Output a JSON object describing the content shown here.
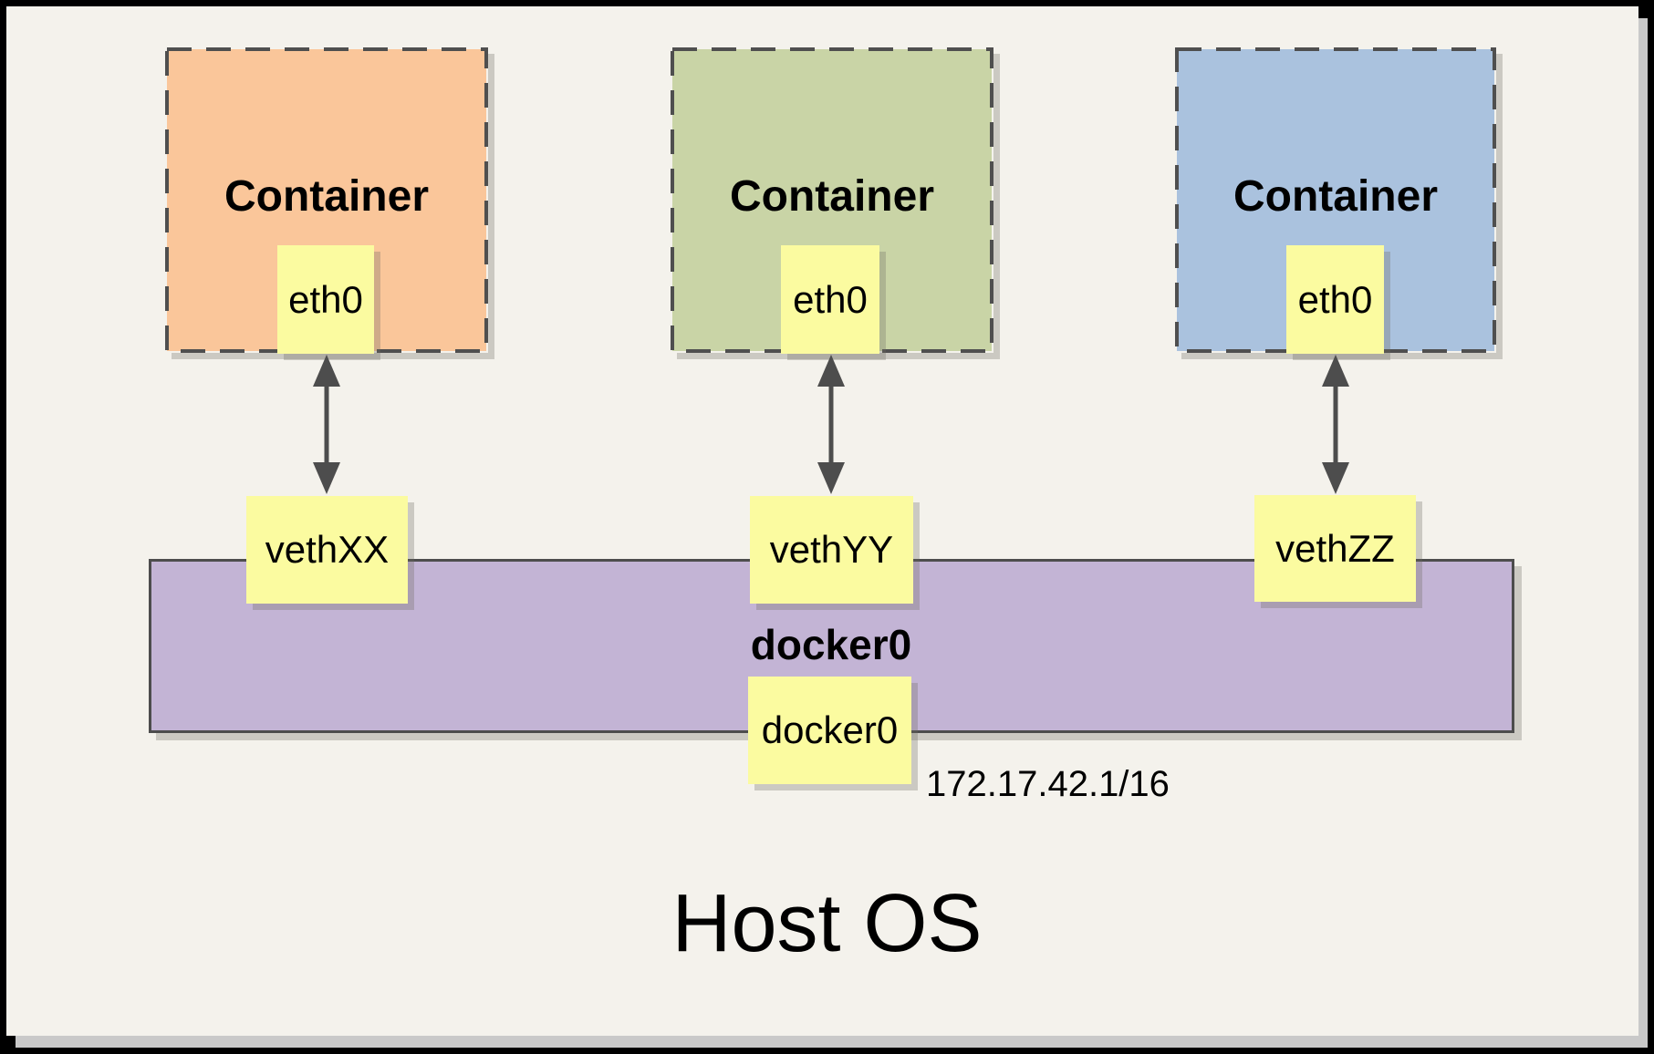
{
  "host": {
    "label": "Host OS"
  },
  "bridge": {
    "name": "docker0",
    "interface": "docker0",
    "ip": "172.17.42.1/16"
  },
  "containers": [
    {
      "title": "Container",
      "interface": "eth0",
      "veth": "vethXX",
      "fill": "#fac69a"
    },
    {
      "title": "Container",
      "interface": "eth0",
      "veth": "vethYY",
      "fill": "#c9d4a6"
    },
    {
      "title": "Container",
      "interface": "eth0",
      "veth": "vethZZ",
      "fill": "#aac2de"
    }
  ],
  "palette": {
    "page_bg": "#f4f2ec",
    "frame": "#000000",
    "page_shadow": "#c9c9c9",
    "dash_border": "#4f4f4f",
    "arrow": "#4d4d4d",
    "interface_box": "#fbfba0",
    "bridge_fill": "#c3b4d5",
    "bridge_border": "#4d4d4d"
  }
}
